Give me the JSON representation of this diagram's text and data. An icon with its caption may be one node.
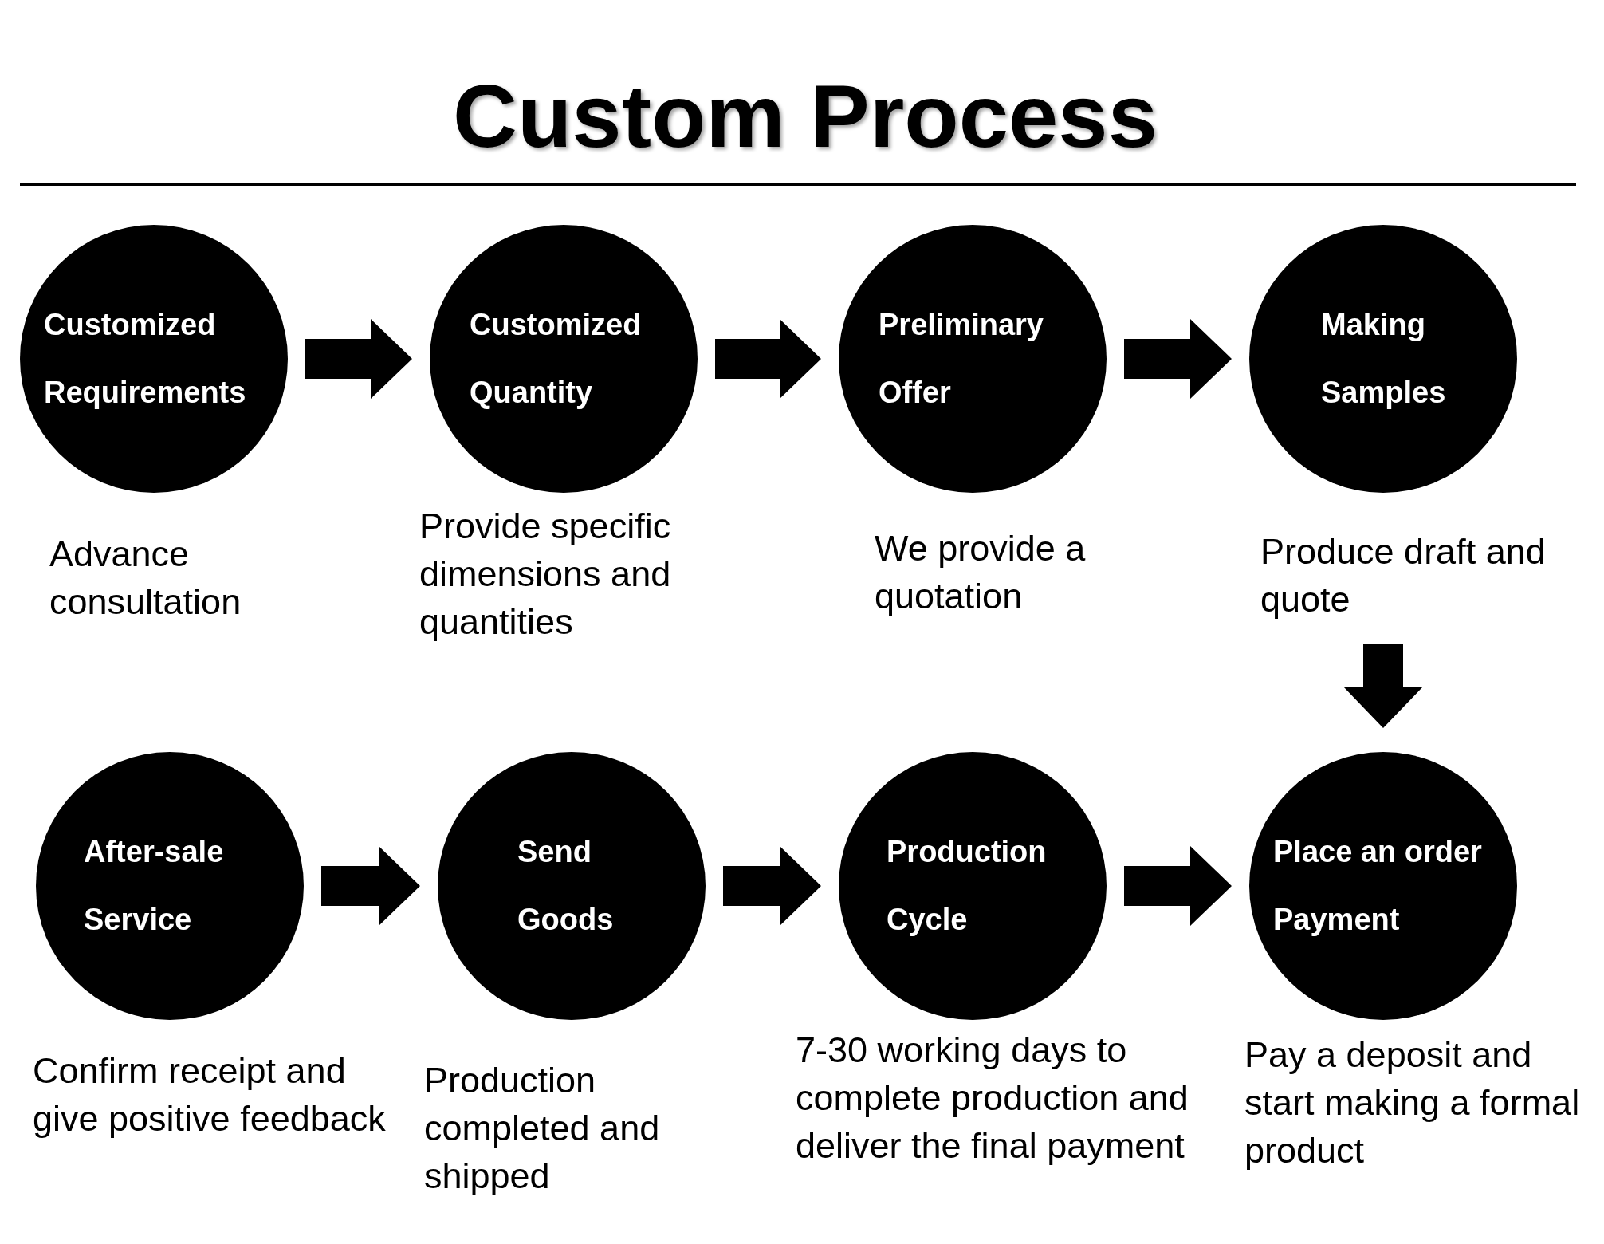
{
  "diagram": {
    "title": "Custom Process",
    "nodes": [
      {
        "text": [
          "Customized",
          "Requirements"
        ],
        "beside": [
          "Advance consultation"
        ]
      },
      {
        "text": [
          "Customized",
          "Quantity"
        ],
        "beside": [
          "Provide specific dimensions and quantities"
        ]
      },
      {
        "text": [
          "Preliminary",
          "Offer"
        ],
        "beside": [
          "We provide a quotation"
        ]
      },
      {
        "text": [
          "Making",
          "Samples"
        ],
        "beside": [
          "Produce draft and quote"
        ]
      },
      {
        "text": [
          "After-sale",
          "Service"
        ],
        "beside": [
          "Confirm receipt and give positive feedback"
        ]
      },
      {
        "text": [
          "Send",
          "Goods"
        ],
        "beside": [
          "Production completed and shipped"
        ]
      },
      {
        "text": [
          "Production",
          "Cycle"
        ],
        "beside": [
          "7-30 working days to complete production and deliver the final payment"
        ]
      },
      {
        "text": [
          "Place an order",
          "Payment"
        ],
        "beside": [
          "Pay a deposit and start making a formal product"
        ]
      }
    ],
    "edges": [
      {
        "from": 0,
        "to": 1,
        "arrow": "to"
      },
      {
        "from": 1,
        "to": 2,
        "arrow": "to"
      },
      {
        "from": 2,
        "to": 3,
        "arrow": "to"
      },
      {
        "from": 3,
        "to": 7,
        "arrow": "to"
      },
      {
        "from": 4,
        "to": 5,
        "arrow": "to"
      },
      {
        "from": 5,
        "to": 6,
        "arrow": "to"
      },
      {
        "from": 6,
        "to": 7,
        "arrow": "to"
      }
    ]
  }
}
